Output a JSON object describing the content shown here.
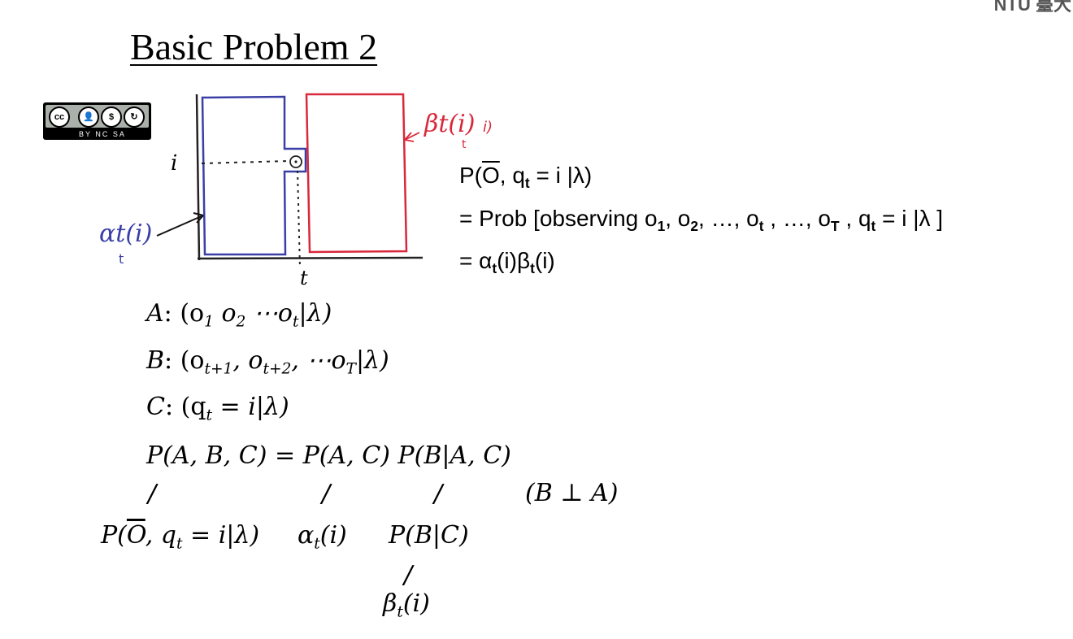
{
  "corner_logo_text": "NTU 臺大",
  "title": "Basic Problem 2",
  "license_badge": {
    "icons": [
      "cc-icon",
      "person-icon",
      "noncommercial-icon",
      "sharealike-icon"
    ],
    "label": "BY  NC  SA",
    "cc": "cc"
  },
  "diagram": {
    "label_i": "i",
    "label_t_axis": "t",
    "label_beta": "βt(i)",
    "beta_suffix": "i)",
    "beta_under": "t",
    "label_alpha": "αt(i)",
    "alpha_under": "t",
    "colors": {
      "alpha_box": "#3a3fa6",
      "beta_box": "#d8283b",
      "axis": "#222222"
    }
  },
  "prob_def": {
    "line1": {
      "p": "P(",
      "o": "O",
      "mid": ", q",
      "sub": "t",
      "tail": " = i |λ)"
    },
    "line2": {
      "head": "= Prob [observing o",
      "s1": "1",
      "c1": ", o",
      "s2": "2",
      "c2": ", …, o",
      "st": "t",
      "c3": " , …, o",
      "sT": "T",
      "c4": " , q",
      "sq": "t",
      "tail": " = i |λ ]"
    },
    "line3": {
      "head": "= α",
      "s1": "t",
      "mid": "(i)β",
      "s2": "t",
      "tail": "(i)"
    }
  },
  "events": {
    "A": {
      "name": "A",
      "body": ": (o",
      "s1": "1",
      "m1": " o",
      "s2": "2",
      "m2": " ⋯o",
      "s3": "t",
      "tail": "|λ)"
    },
    "B": {
      "name": "B",
      "body": ": (o",
      "s1": "t+1",
      "m1": ", o",
      "s2": "t+2",
      "m2": ", ⋯o",
      "s3": "T",
      "tail": "|λ)"
    },
    "C": {
      "name": "C",
      "body": ": (q",
      "s1": "t",
      "tail": " = i|λ)"
    }
  },
  "decomposition": {
    "equation": "P(A, B, C) = P(A, C) P(B|A, C)",
    "equals_marks": "//",
    "independence": "(B ⊥ A)",
    "term1": {
      "head": "P(",
      "o": "O",
      "mid": ", q",
      "sub": "t",
      "tail": " = i|λ)"
    },
    "term2": {
      "head": "α",
      "sub": "t",
      "tail": "(i)"
    },
    "term3": "P(B|C)",
    "term4": {
      "head": "β",
      "sub": "t",
      "tail": "(i)"
    }
  }
}
